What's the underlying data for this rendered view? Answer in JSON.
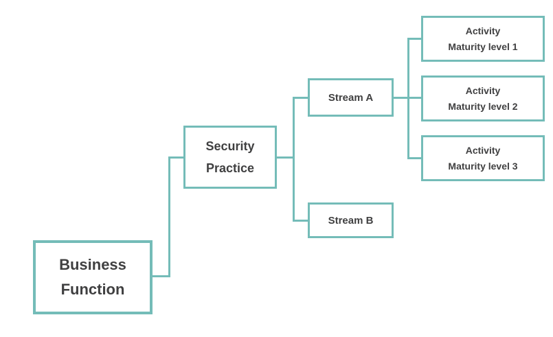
{
  "diagram": {
    "type": "hierarchy",
    "colors": {
      "accent": "#74bcb8",
      "text": "#404041",
      "background": "#ffffff"
    },
    "nodes": [
      {
        "id": "business-function",
        "lines": [
          "Business",
          "Function"
        ]
      },
      {
        "id": "security-practice",
        "lines": [
          "Security",
          "Practice"
        ]
      },
      {
        "id": "stream-a",
        "lines": [
          "Stream A"
        ]
      },
      {
        "id": "stream-b",
        "lines": [
          "Stream B"
        ]
      },
      {
        "id": "activity-maturity-level-1",
        "lines": [
          "Activity",
          "Maturity level 1"
        ]
      },
      {
        "id": "activity-maturity-level-2",
        "lines": [
          "Activity",
          "Maturity level 2"
        ]
      },
      {
        "id": "activity-maturity-level-3",
        "lines": [
          "Activity",
          "Maturity level 3"
        ]
      }
    ],
    "edges": [
      {
        "from": "business-function",
        "to": "security-practice"
      },
      {
        "from": "security-practice",
        "to": "stream-a"
      },
      {
        "from": "security-practice",
        "to": "stream-b"
      },
      {
        "from": "stream-a",
        "to": "activity-maturity-level-1"
      },
      {
        "from": "stream-a",
        "to": "activity-maturity-level-2"
      },
      {
        "from": "stream-a",
        "to": "activity-maturity-level-3"
      }
    ]
  }
}
